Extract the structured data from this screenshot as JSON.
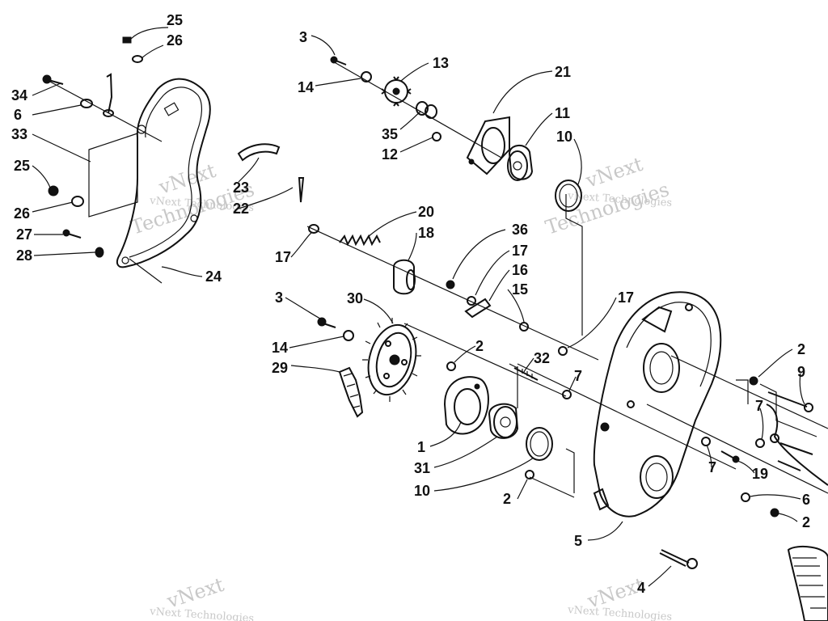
{
  "diagram": {
    "callouts": [
      "25",
      "26",
      "34",
      "6",
      "33",
      "25",
      "26",
      "27",
      "28",
      "24",
      "23",
      "22",
      "3",
      "14",
      "13",
      "35",
      "12",
      "21",
      "11",
      "10",
      "20",
      "18",
      "17",
      "36",
      "17",
      "16",
      "15",
      "17",
      "3",
      "30",
      "14",
      "29",
      "2",
      "32",
      "7",
      "2",
      "9",
      "7",
      "1",
      "31",
      "10",
      "2",
      "7",
      "19",
      "6",
      "2",
      "5",
      "4"
    ],
    "watermarks": [
      "vNext",
      "vNext Technologies",
      "Technologies",
      "vNext",
      "vNext Technologies",
      "Technologies",
      "vNext",
      "vNext Technologies",
      "vNext",
      "vNext Technologies"
    ]
  }
}
